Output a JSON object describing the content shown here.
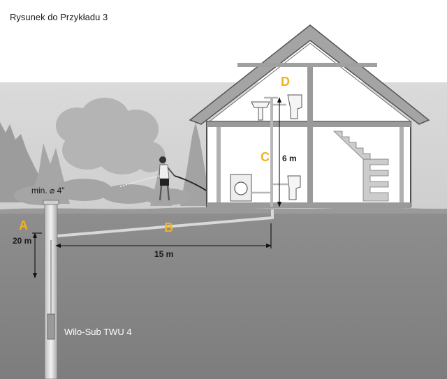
{
  "caption": "Rysunek do Przykładu 3",
  "labels": {
    "pipe_diameter": "min. ⌀ 4\"",
    "depth": "20 m",
    "horizontal": "15 m",
    "height": "6 m",
    "pump": "Wilo-Sub TWU 4"
  },
  "sections": {
    "a": "A",
    "b": "B",
    "c": "C",
    "d": "D"
  },
  "colors": {
    "accent": "#f2b21c",
    "ground": "#8a8a8a",
    "sky": "#d3d3d3",
    "house_wall": "#ffffff",
    "house_outline": "#4d4d4d",
    "roof": "#a8a8a8",
    "trees": "#9a9a9a"
  }
}
